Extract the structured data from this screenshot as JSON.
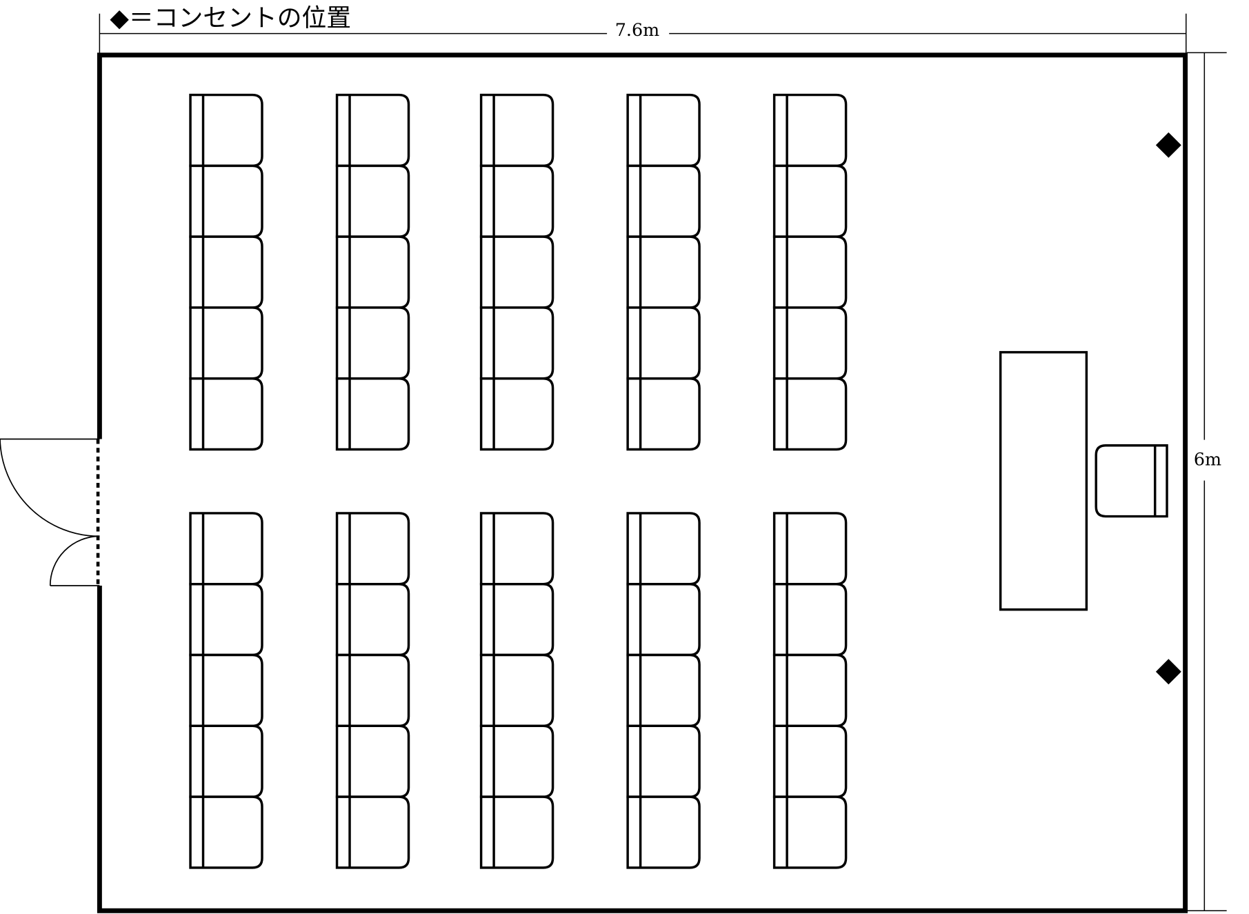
{
  "legend": {
    "symbol": "◆",
    "text": "＝コンセントの位置"
  },
  "dimensions": {
    "width_label": "7.6m",
    "height_label": "6m"
  },
  "seating": {
    "columns": 5,
    "rows_per_block": 5,
    "blocks": 2,
    "total_seats": 50
  },
  "outlets": {
    "count": 2
  },
  "colors": {
    "line": "#000000",
    "background": "#ffffff"
  }
}
